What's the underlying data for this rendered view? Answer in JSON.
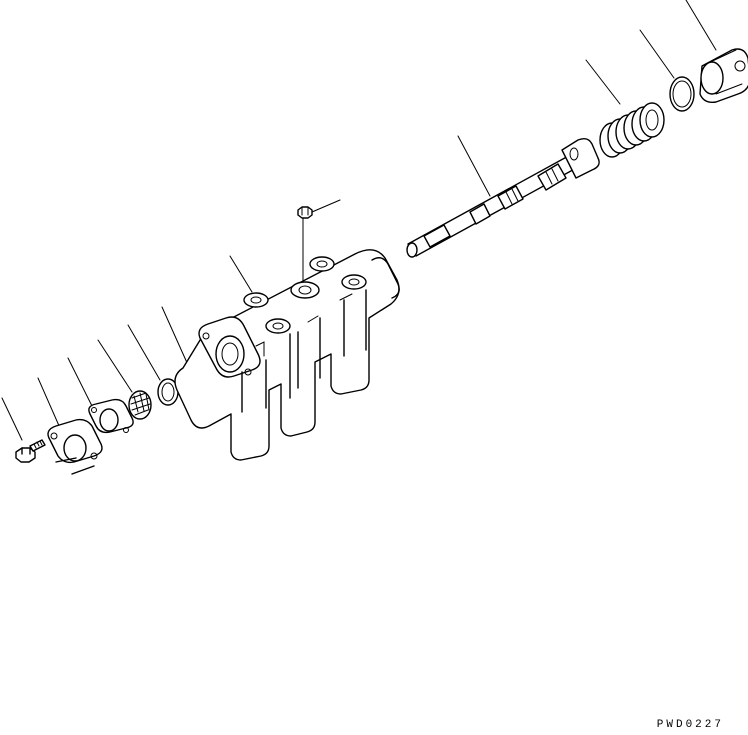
{
  "drawing": {
    "code": "PWD0227"
  },
  "parts": [
    {
      "id": "bolt"
    },
    {
      "id": "flange-cover"
    },
    {
      "id": "gasket"
    },
    {
      "id": "filter-screen"
    },
    {
      "id": "snap-ring"
    },
    {
      "id": "o-ring-small"
    },
    {
      "id": "collar"
    },
    {
      "id": "valve-body"
    },
    {
      "id": "plug-screw"
    },
    {
      "id": "spool"
    },
    {
      "id": "spring"
    },
    {
      "id": "o-ring-large"
    },
    {
      "id": "end-plug"
    }
  ]
}
